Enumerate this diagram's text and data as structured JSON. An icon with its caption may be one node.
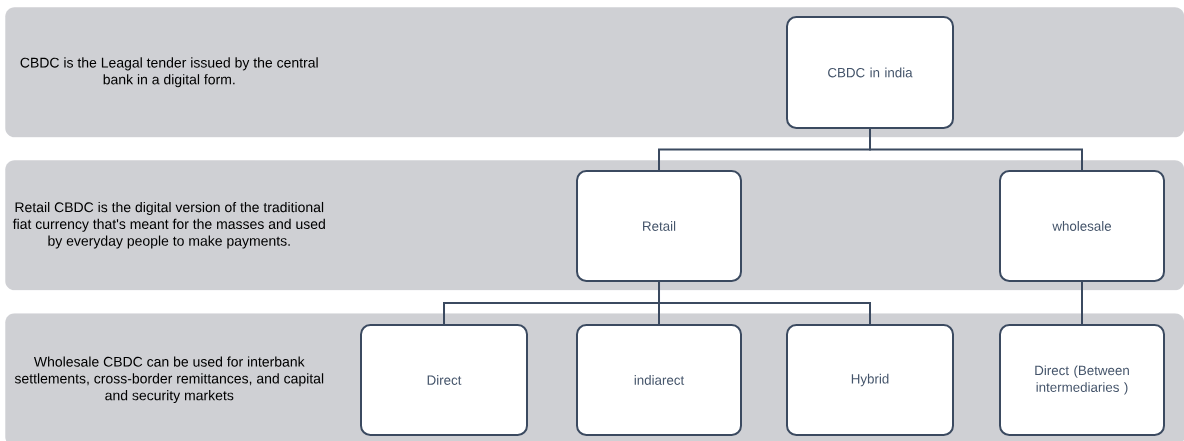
{
  "diagram": {
    "nodes": [
      {
        "text": [
          "CBDC is the Leagal tender issued by the central bank in a digital form."
        ]
      },
      {
        "text": [
          "CBDC in india"
        ],
        "in": 0
      },
      {
        "text": [
          "Retail CBDC is the digital version of the traditional fiat currency that's meant for the masses and used by everyday people to make payments."
        ]
      },
      {
        "text": [
          "Retail"
        ],
        "in": 2
      },
      {
        "text": [
          "wholesale"
        ],
        "in": 2
      },
      {
        "text": [
          "Wholesale CBDC can be used for interbank settlements, cross-border remittances, and capital and security markets"
        ]
      },
      {
        "text": [
          "Direct"
        ],
        "in": 5
      },
      {
        "text": [
          "indiarect"
        ],
        "in": 5
      },
      {
        "text": [
          "Hybrid"
        ],
        "in": 5
      },
      {
        "text": [
          "Direct (Between intermediaries )"
        ],
        "in": 5
      }
    ],
    "edges": [
      {
        "from": 1,
        "to": 3,
        "arrow": "none"
      },
      {
        "from": 1,
        "to": 4,
        "arrow": "none"
      },
      {
        "from": 3,
        "to": 6,
        "arrow": "none"
      },
      {
        "from": 3,
        "to": 7,
        "arrow": "none"
      },
      {
        "from": 3,
        "to": 8,
        "arrow": "none"
      },
      {
        "from": 4,
        "to": 9,
        "arrow": "none"
      }
    ]
  }
}
